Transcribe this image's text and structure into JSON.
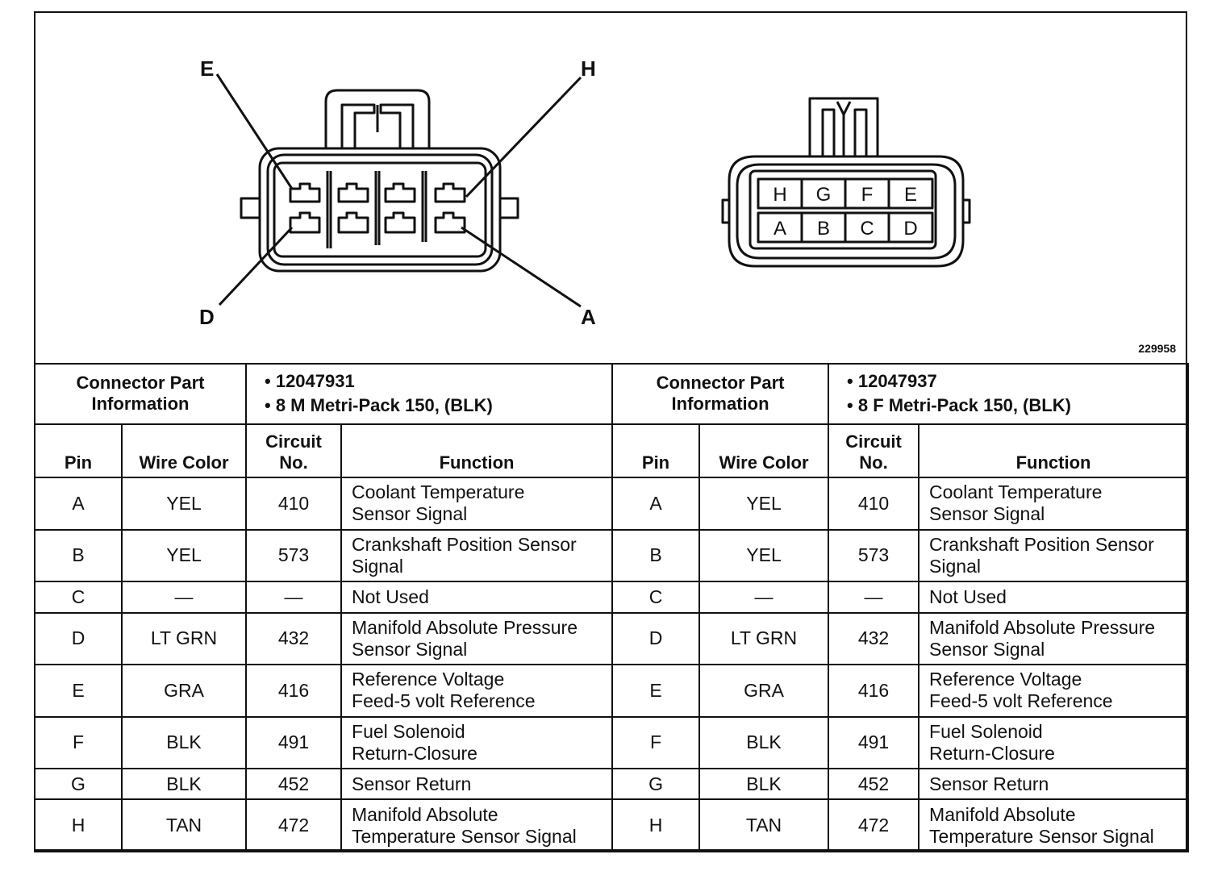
{
  "figure": {
    "figure_number": "229958",
    "male_connector_callouts": [
      "E",
      "H",
      "D",
      "A"
    ],
    "female_connector_pins_top": [
      "H",
      "G",
      "F",
      "E"
    ],
    "female_connector_pins_bottom": [
      "A",
      "B",
      "C",
      "D"
    ]
  },
  "left": {
    "info_label": [
      "Connector Part",
      "Information"
    ],
    "part_lines": [
      "• 12047931",
      "• 8 M Metri-Pack 150, (BLK)"
    ]
  },
  "right": {
    "info_label": [
      "Connector Part",
      "Information"
    ],
    "part_lines": [
      "• 12047937",
      "• 8 F Metri-Pack 150, (BLK)"
    ]
  },
  "columns": {
    "pin": "Pin",
    "wire_color": "Wire Color",
    "circuit": [
      "Circuit",
      "No."
    ],
    "function": "Function"
  },
  "rows": [
    {
      "pin": "A",
      "color": "YEL",
      "circuit": "410",
      "function": [
        "Coolant Temperature",
        "Sensor Signal"
      ]
    },
    {
      "pin": "B",
      "color": "YEL",
      "circuit": "573",
      "function": [
        "Crankshaft Position Sensor",
        "Signal"
      ]
    },
    {
      "pin": "C",
      "color": "—",
      "circuit": "—",
      "function": [
        "Not Used"
      ]
    },
    {
      "pin": "D",
      "color": "LT GRN",
      "circuit": "432",
      "function": [
        "Manifold Absolute Pressure",
        "Sensor Signal"
      ]
    },
    {
      "pin": "E",
      "color": "GRA",
      "circuit": "416",
      "function": [
        "Reference Voltage",
        "Feed-5 volt Reference"
      ]
    },
    {
      "pin": "F",
      "color": "BLK",
      "circuit": "491",
      "function": [
        "Fuel Solenoid",
        "Return-Closure"
      ]
    },
    {
      "pin": "G",
      "color": "BLK",
      "circuit": "452",
      "function": [
        "Sensor Return"
      ]
    },
    {
      "pin": "H",
      "color": "TAN",
      "circuit": "472",
      "function": [
        "Manifold Absolute",
        "Temperature Sensor Signal"
      ]
    }
  ]
}
